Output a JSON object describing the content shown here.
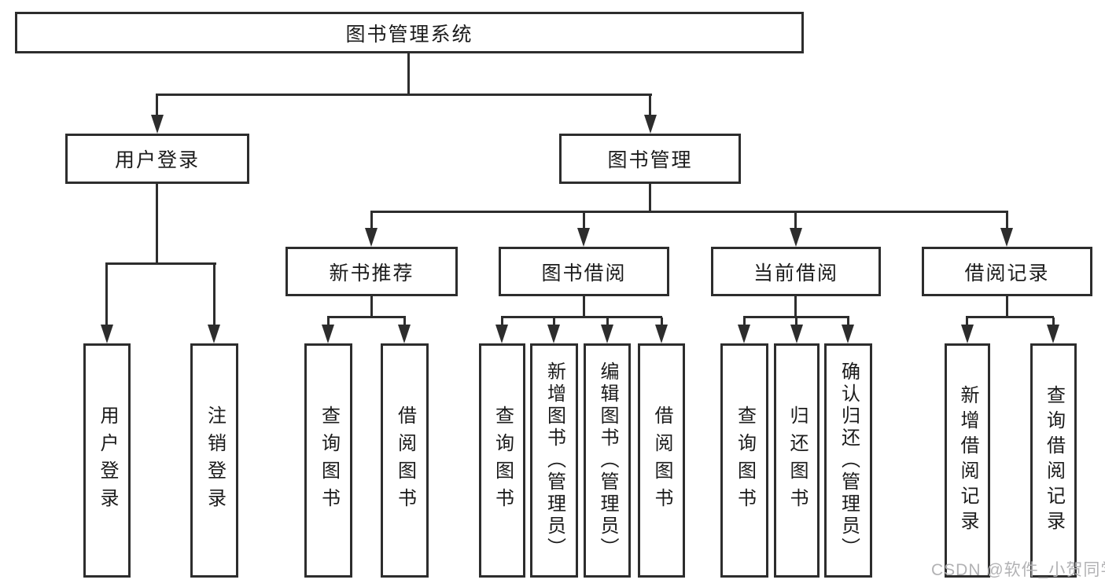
{
  "tree": {
    "root": {
      "label": "图书管理系统"
    },
    "branches": [
      {
        "id": "user-login",
        "label": "用户登录",
        "children": [
          {
            "label": "用户登录"
          },
          {
            "label": "注销登录"
          }
        ]
      },
      {
        "id": "book-management",
        "label": "图书管理",
        "children": [
          {
            "id": "new-book-recommend",
            "label": "新书推荐",
            "children": [
              {
                "label": "查询图书"
              },
              {
                "label": "借阅图书"
              }
            ]
          },
          {
            "id": "book-borrowing",
            "label": "图书借阅",
            "children": [
              {
                "label": "查询图书"
              },
              {
                "label": "新增图书（管理员）"
              },
              {
                "label": "编辑图书（管理员）"
              },
              {
                "label": "借阅图书"
              }
            ]
          },
          {
            "id": "current-borrowing",
            "label": "当前借阅",
            "children": [
              {
                "label": "查询图书"
              },
              {
                "label": "归还图书"
              },
              {
                "label": "确认归还（管理员）"
              }
            ]
          },
          {
            "id": "borrowing-records",
            "label": "借阅记录",
            "children": [
              {
                "label": "新增借阅记录"
              },
              {
                "label": "查询借阅记录"
              }
            ]
          }
        ]
      }
    ]
  },
  "watermark": {
    "text": "CSDN @软件_小贺同学"
  },
  "colors": {
    "line": "#2d2d2d",
    "box_border": "#2d2d2d",
    "text": "#1b1b1b",
    "watermark": "#b2b2b4",
    "background": "#ffffff"
  }
}
